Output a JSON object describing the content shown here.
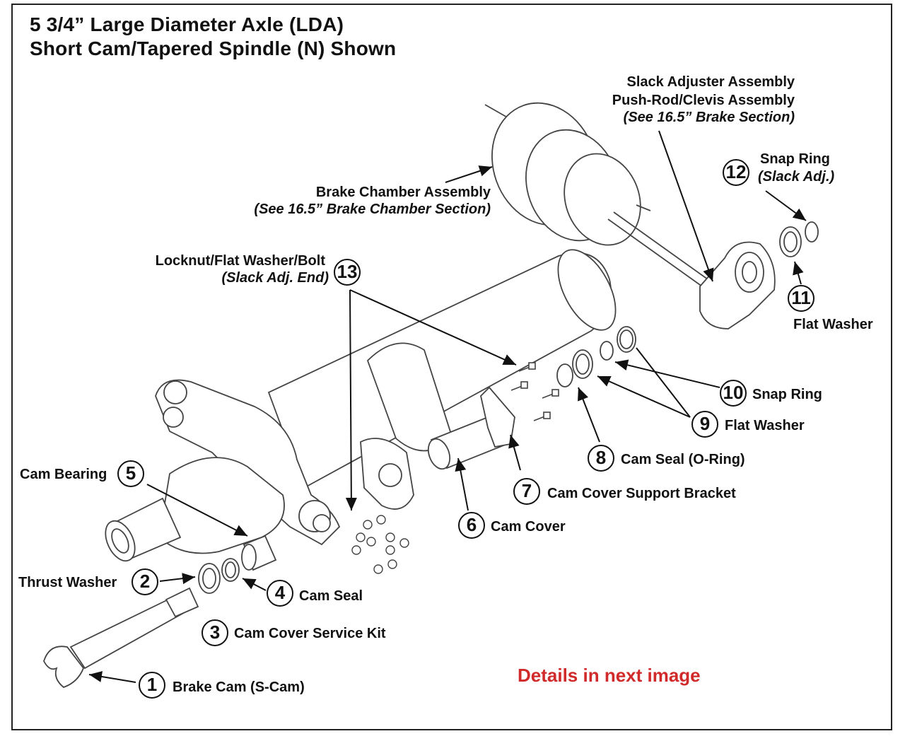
{
  "title": {
    "line1": "5 3/4” Large Diameter Axle (LDA)",
    "line2": "Short Cam/Tapered Spindle (N) Shown"
  },
  "callouts": {
    "slack_adjuster": {
      "line1": "Slack Adjuster Assembly",
      "line2": "Push-Rod/Clevis Assembly",
      "line3": "(See 16.5” Brake Section)"
    },
    "brake_chamber": {
      "line1": "Brake Chamber Assembly",
      "line2": "(See 16.5” Brake Chamber Section)"
    },
    "locknut": {
      "line1": "Locknut/Flat Washer/Bolt",
      "line2": "(Slack Adj. End)",
      "number": "13"
    },
    "snap_ring_slack": {
      "line1": "Snap Ring",
      "line2": "(Slack Adj.)",
      "number": "12"
    },
    "flat_washer_11": {
      "label": "Flat Washer",
      "number": "11"
    },
    "snap_ring_10": {
      "label": "Snap Ring",
      "number": "10"
    },
    "flat_washer_9": {
      "label": "Flat Washer",
      "number": "9"
    },
    "cam_seal_oring": {
      "label": "Cam Seal (O-Ring)",
      "number": "8"
    },
    "cam_cover_bracket": {
      "label": "Cam Cover Support Bracket",
      "number": "7"
    },
    "cam_cover": {
      "label": "Cam Cover",
      "number": "6"
    },
    "cam_bearing": {
      "label": "Cam Bearing",
      "number": "5"
    },
    "cam_seal": {
      "label": "Cam Seal",
      "number": "4"
    },
    "cam_cover_kit": {
      "label": "Cam Cover Service Kit",
      "number": "3"
    },
    "thrust_washer": {
      "label": "Thrust Washer",
      "number": "2"
    },
    "brake_cam": {
      "label": "Brake Cam (S-Cam)",
      "number": "1"
    }
  },
  "note": "Details in next image",
  "colors": {
    "note": "#d12a2a",
    "ink": "#111111",
    "line_art": "#333333"
  }
}
